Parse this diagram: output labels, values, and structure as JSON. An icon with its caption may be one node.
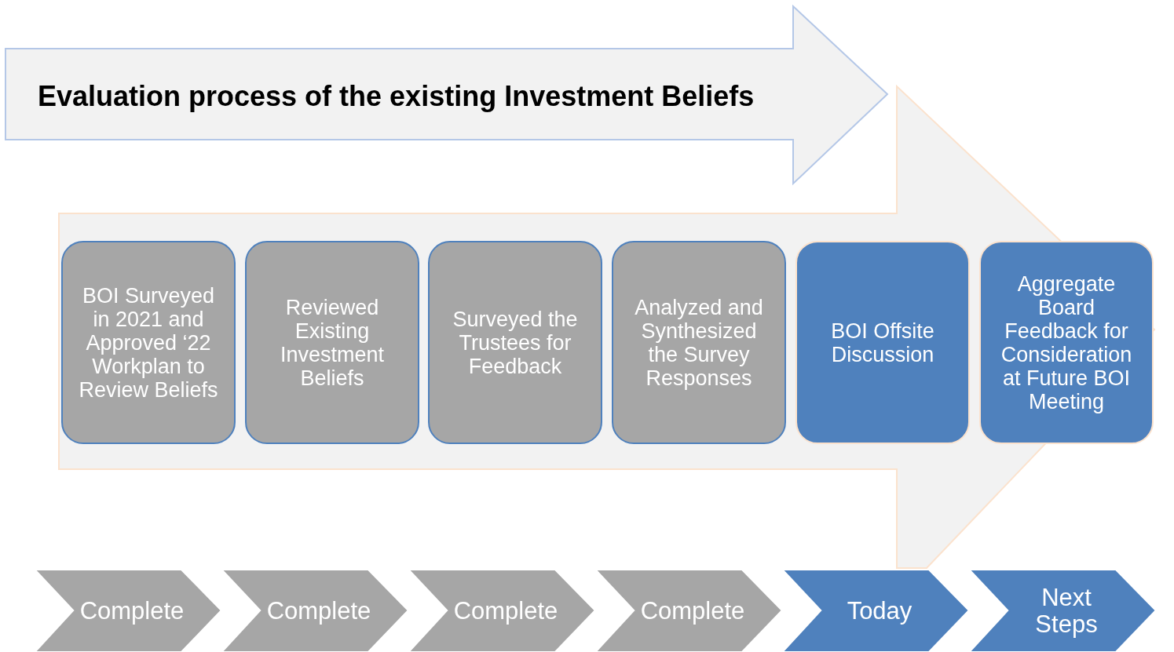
{
  "diagram": {
    "nodes": [
      {
        "text": [
          "Evaluation process of the existing Investment Beliefs"
        ]
      },
      {
        "text": [],
        "shape": "arrow"
      },
      {
        "text": [
          "BOI Surveyed in 2021 and Approved ‘22 Workplan to Review Beliefs"
        ],
        "in": 1
      },
      {
        "text": [
          "Reviewed Existing Investment Beliefs"
        ],
        "in": 1
      },
      {
        "text": [
          "Surveyed the Trustees for Feedback"
        ],
        "in": 1
      },
      {
        "text": [
          "Analyzed and Synthesized the Survey Responses"
        ],
        "in": 1
      },
      {
        "text": [
          "BOI Offsite Discussion"
        ],
        "in": 1
      },
      {
        "text": [
          "Aggregate Board Feedback for Consideration at Future BOI Meeting"
        ],
        "in": 1
      },
      {
        "text": [
          "Complete"
        ]
      },
      {
        "text": [
          "Complete"
        ]
      },
      {
        "text": [
          "Complete"
        ]
      },
      {
        "text": [
          "Complete"
        ]
      },
      {
        "text": [
          "Today"
        ]
      },
      {
        "text": [
          "Next Steps"
        ]
      }
    ]
  }
}
